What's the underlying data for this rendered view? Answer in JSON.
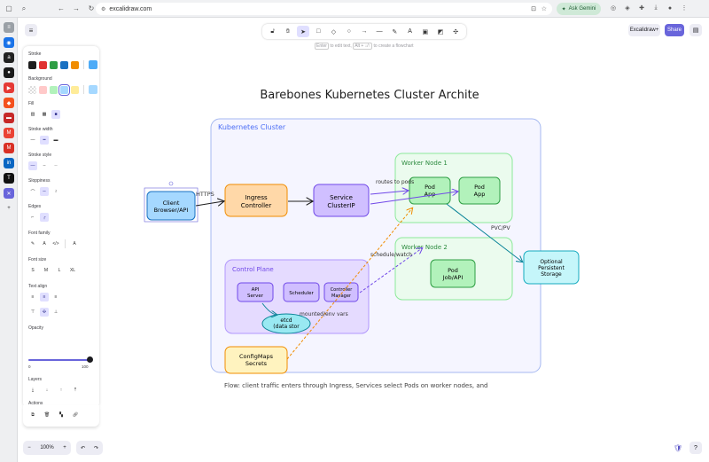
{
  "browser": {
    "url": "excalidraw.com",
    "gemini_label": "Ask Gemini"
  },
  "app": {
    "library_label": "Excalidraw+",
    "share_label": "Share",
    "hint_key1": "Enter",
    "hint_text1": "to edit text,",
    "hint_key2": "Alt + ↓/↑",
    "hint_text2": "to create a flowchart",
    "zoom": "100%"
  },
  "panel": {
    "stroke": "Stroke",
    "background": "Background",
    "fill": "Fill",
    "stroke_width": "Stroke width",
    "stroke_style": "Stroke style",
    "sloppiness": "Sloppiness",
    "edges": "Edges",
    "font_family": "Font family",
    "font_size": "Font size",
    "sizes": [
      "S",
      "M",
      "L",
      "XL"
    ],
    "text_align": "Text align",
    "opacity": "Opacity",
    "opacity_value": 100,
    "opacity_min": "0",
    "opacity_max": "100",
    "layers": "Layers",
    "actions": "Actions",
    "stroke_colors": [
      "#1e1e1e",
      "#e03131",
      "#2f9e44",
      "#1971c2",
      "#f08c00"
    ],
    "stroke_current": "#4dabf7",
    "bg_colors": [
      "transparent",
      "#ffc9c9",
      "#b2f2bb",
      "#a5d8ff",
      "#ffec99"
    ],
    "bg_current": "#a5d8ff"
  },
  "canvas": {
    "title": "Barebones Kubernetes Cluster Archite",
    "cluster_label": "Kubernetes Cluster",
    "worker1_label": "Worker Node 1",
    "worker2_label": "Worker Node 2",
    "control_label": "Control Plane",
    "client": [
      "Client",
      "Browser/API"
    ],
    "ingress": [
      "Ingress",
      "Controller"
    ],
    "service": [
      "Service",
      "ClusterIP"
    ],
    "pod1": [
      "Pod",
      "App"
    ],
    "pod2": [
      "Pod",
      "App"
    ],
    "pod3": [
      "Pod",
      "Job/API"
    ],
    "api": [
      "API",
      "Server"
    ],
    "scheduler": "Scheduler",
    "controller": [
      "Controller",
      "Manager"
    ],
    "etcd": [
      "etcd",
      "(data stor"
    ],
    "storage": [
      "Optional",
      "Persistent",
      "Storage"
    ],
    "configmaps": [
      "ConfigMaps",
      "Secrets"
    ],
    "edge_https": "HTTPS",
    "edge_routes": "routes to pods",
    "edge_pvc": "PVC/PV",
    "edge_schedule": "schedule/watch",
    "edge_mounted": "mounted/env vars",
    "footer": "Flow: client traffic enters through Ingress, Services select Pods on worker nodes, and"
  }
}
